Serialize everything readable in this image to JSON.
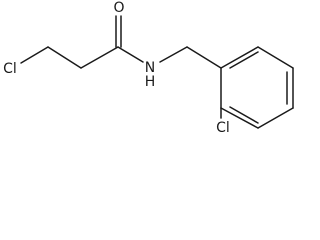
{
  "molecule": {
    "atoms": {
      "cl_left": "Cl",
      "o": "O",
      "n": "N",
      "h": "H",
      "cl_ring": "Cl"
    }
  }
}
